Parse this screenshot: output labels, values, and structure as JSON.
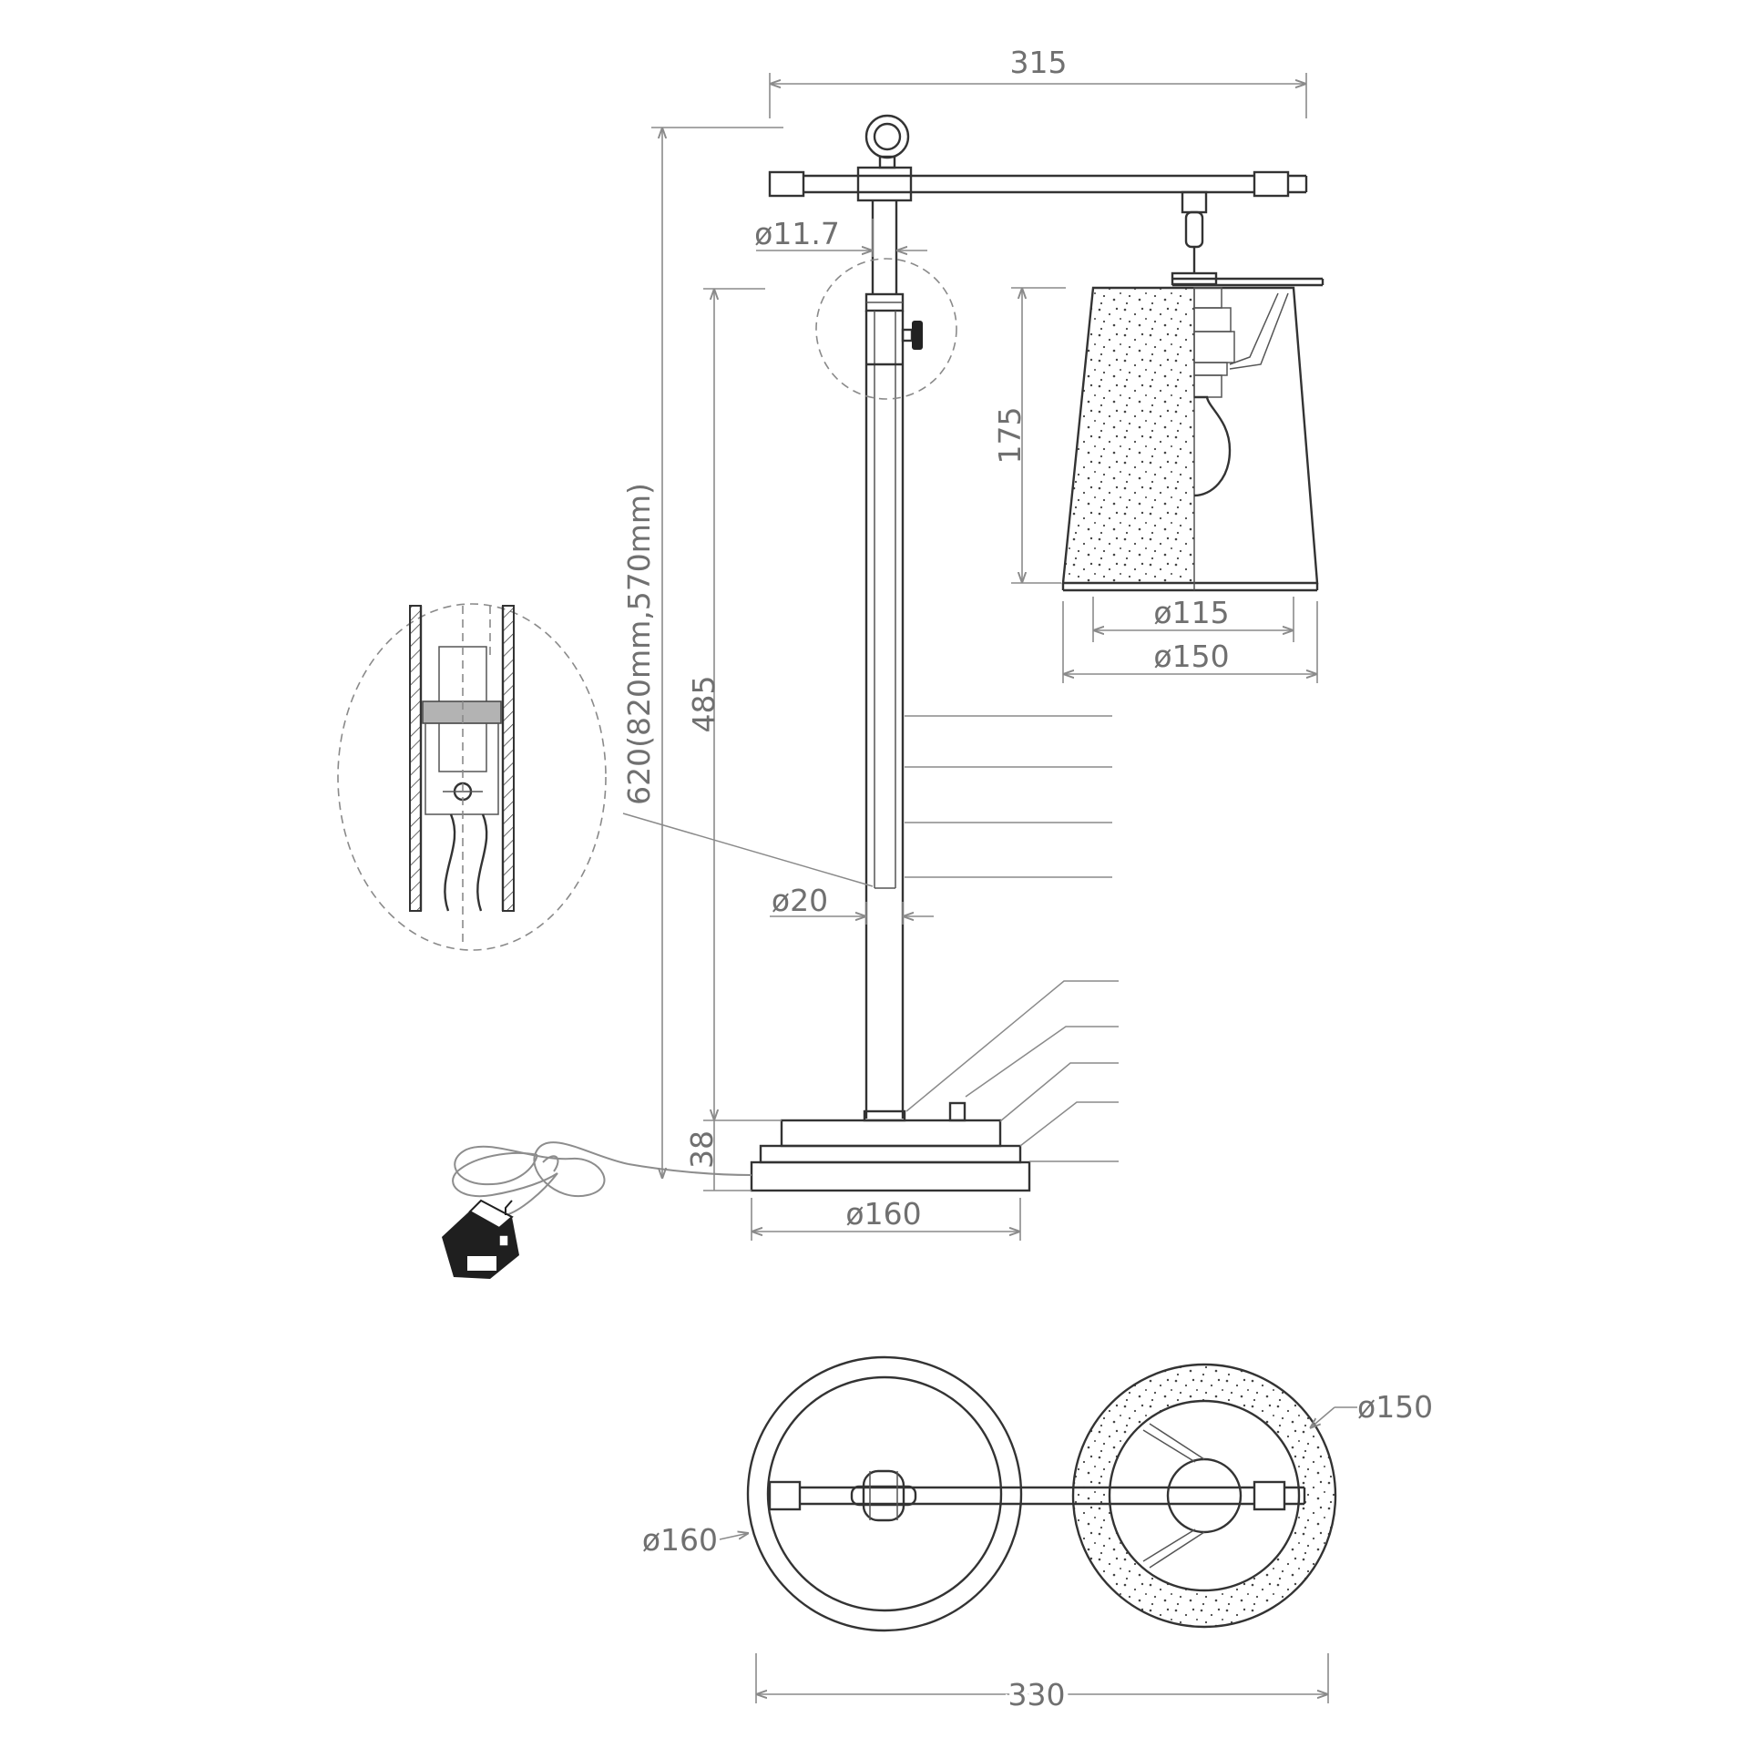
{
  "dimensions": {
    "overall_width": "315",
    "overall_height": "620(820mm,570mm)",
    "bar_diameter": "ø11.7",
    "stem_height": "485",
    "base_height": "38",
    "stem_diameter": "ø20",
    "shade_height": "175",
    "shade_top_diameter": "ø115",
    "shade_bottom_diameter": "ø150",
    "base_diameter": "ø160",
    "top_view_shade_diameter": "ø150",
    "top_view_base_diameter": "ø160",
    "top_view_overall_width": "330"
  },
  "colors": {
    "line": "#333333",
    "dimension": "#8a8a8a",
    "text": "#707070",
    "background": "#ffffff"
  },
  "icons": {
    "plug": "uk-plug-icon",
    "power_cord": "coiled-cord-icon"
  }
}
